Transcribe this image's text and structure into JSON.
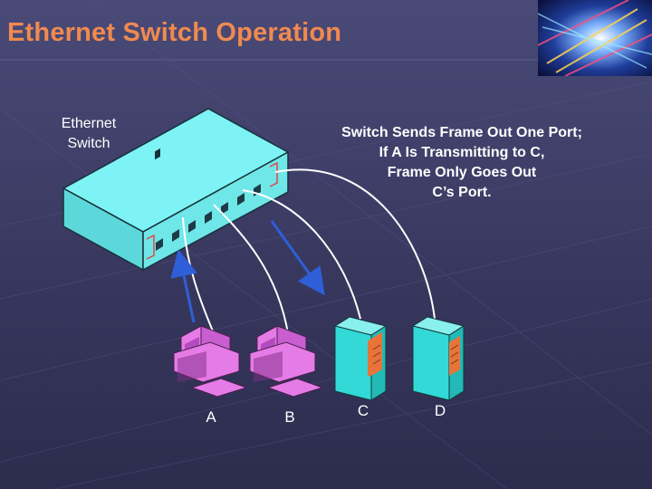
{
  "slide": {
    "title": "Ethernet Switch Operation",
    "switch_label_line1": "Ethernet",
    "switch_label_line2": "Switch",
    "caption_line1": "Switch Sends Frame Out One Port;",
    "caption_line2": "If A Is Transmitting to C,",
    "caption_line3": "Frame Only Goes Out",
    "caption_line4": "C’s Port."
  },
  "nodes": [
    {
      "id": "A",
      "label": "A",
      "kind": "pc"
    },
    {
      "id": "B",
      "label": "B",
      "kind": "pc"
    },
    {
      "id": "C",
      "label": "C",
      "kind": "server"
    },
    {
      "id": "D",
      "label": "D",
      "kind": "server"
    }
  ],
  "colors": {
    "title": "#f08a4f",
    "background": "#3a3a62",
    "switch": "#7df3f5",
    "pc": "#e57be6",
    "server": "#33d9d6",
    "arrow": "#2e5fd8",
    "cable": "#ffffff"
  },
  "icons": [
    "switch-icon",
    "pc-icon",
    "server-icon",
    "arrow-icon",
    "logo-image"
  ]
}
